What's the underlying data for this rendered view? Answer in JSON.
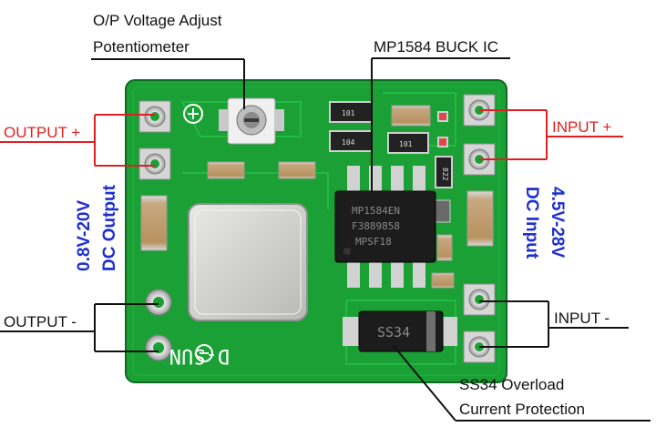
{
  "labels": {
    "potentiometer_line1": "O/P Voltage Adjust",
    "potentiometer_line2": "Potentiometer",
    "buck_ic": "MP1584 BUCK IC",
    "output_plus": "OUTPUT +",
    "output_minus": "OUTPUT -",
    "input_plus": "INPUT +",
    "input_minus": "INPUT -",
    "output_range_line1": "0.8V-20V",
    "output_range_line2": "DC Output",
    "input_range_line1": "4.5V-28V",
    "input_range_line2": "DC Input",
    "diode_line1": "SS34 Overload",
    "diode_line2": "Current Protection"
  },
  "board": {
    "silkscreen_brand": "D-SUN",
    "ic_marking_line1": "MP1584EN",
    "ic_marking_line2": "F3889858",
    "ic_marking_line3": "MPSF18",
    "diode_marking": "SS34",
    "resistor_101": "101",
    "resistor_104": "104",
    "resistor_101b": "101",
    "resistor_822": "822"
  },
  "colors": {
    "pcb_green": "#1aa035",
    "pcb_dark": "#0f7a27",
    "leader_red": "#e02020",
    "leader_black": "#111111",
    "label_blue": "#1f2fd0"
  }
}
